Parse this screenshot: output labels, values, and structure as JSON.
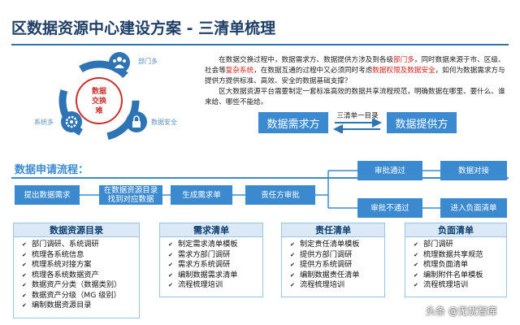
{
  "page": {
    "title": "区数据资源中心建设方案 - 三清单梳理"
  },
  "cycle": {
    "center_label": "数据\n交换\n难",
    "labels": {
      "top": "部门多",
      "left": "系统多",
      "right": "数据安全"
    }
  },
  "intro": {
    "para1": [
      {
        "t": "在数据交换过程中，数据需求方、数据提供方涉及到各级"
      },
      {
        "t": "部门多",
        "hl": true
      },
      {
        "t": "，同时数据来源于市、区级、社会等"
      },
      {
        "t": "复杂系统",
        "hl": true
      },
      {
        "t": "，在数据互通的过程中又必须同时考虑"
      },
      {
        "t": "数据权限及数据安全",
        "hl": true
      },
      {
        "t": "，如何为数据需求方与提供方提供标准、高效、安全的数据基础支撑？"
      }
    ],
    "para2": "区大数据资源平台需要制定一套标准高效的数据共享流程规范，明确数据在哪里、要什么、谁来给、哪些不能给。"
  },
  "exchange": {
    "left": "数据需求方",
    "right": "数据提供方",
    "middle": "三清单一目录"
  },
  "process": {
    "title": "数据申请流程：",
    "steps": [
      "提出数据需求",
      "在数据资源目录\n找到对应数据",
      "生成需求单",
      "责任方审批"
    ],
    "pass": {
      "label": "审批通过",
      "result": "数据对接"
    },
    "fail": {
      "label": "审批不通过",
      "result": "进入负面清单"
    }
  },
  "cards": [
    {
      "title": "数据资源目录",
      "items": [
        "部门调研、系统调研",
        "梳理各系统信息",
        "梳理系统对接方案",
        "梳理各系统数据资产",
        "数据资产分类（数据类别）",
        "数据资产分级（MG 级别）",
        "编制数据资源目录"
      ]
    },
    {
      "title": "需求清单",
      "items": [
        "制定需求清单模板",
        "需求方部门调研",
        "需求方系统调研",
        "编制数据需求清单",
        "流程梳理培训"
      ]
    },
    {
      "title": "责任清单",
      "items": [
        "制定责任清单模板",
        "提供方部门调研",
        "提供方系统调研",
        "编制数据责任清单",
        "流程梳理培训"
      ]
    },
    {
      "title": "负面清单",
      "items": [
        "部门调研",
        "梳理数据共享规范",
        "梳理负面清单",
        "编制附件名单模板",
        "流程梳理培训"
      ]
    }
  ],
  "watermark": "头条 @无忧智库",
  "colors": {
    "accent": "#3b8ad0",
    "title": "#1f3f66",
    "highlight": "#d0241b",
    "card_head": "#dbe9f6"
  }
}
